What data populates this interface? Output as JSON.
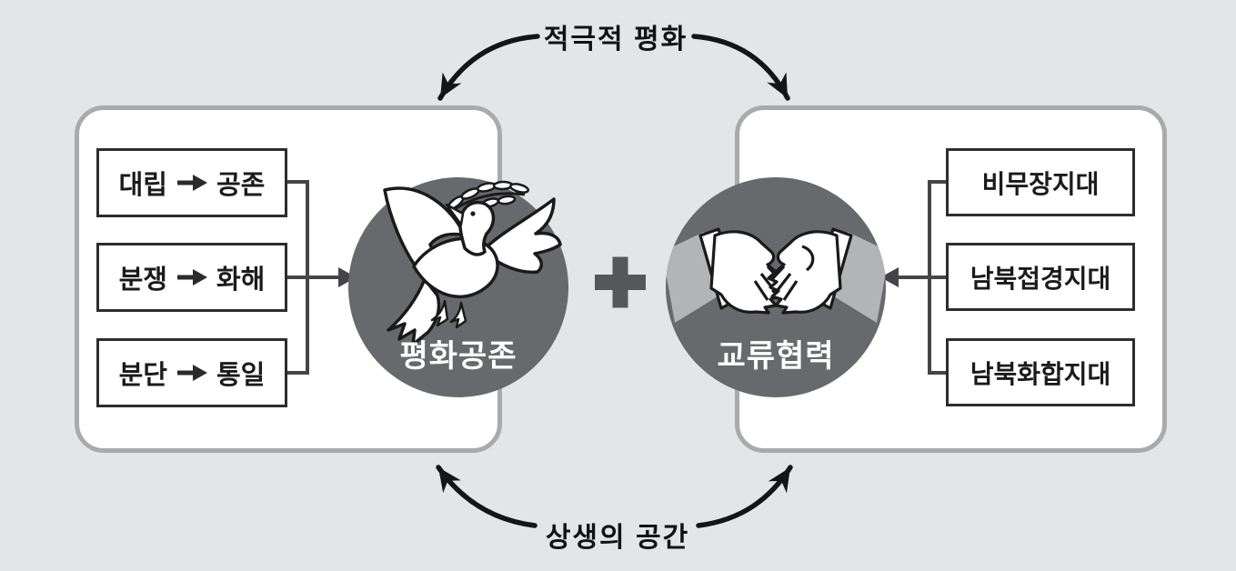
{
  "diagram": {
    "top_label": "적극적 평화",
    "bottom_label": "상생의 공간",
    "operator": "+",
    "left_panel": {
      "transitions": [
        {
          "from": "대립",
          "to": "공존"
        },
        {
          "from": "분쟁",
          "to": "화해"
        },
        {
          "from": "분단",
          "to": "통일"
        }
      ],
      "circle": {
        "label": "평화공존",
        "icon": "dove-olive-branch-icon"
      }
    },
    "right_panel": {
      "zones": [
        "비무장지대",
        "남북접경지대",
        "남북화합지대"
      ],
      "circle": {
        "label": "교류협력",
        "icon": "handshake-icon"
      }
    },
    "colors": {
      "background": "#e4e5e7",
      "panel_fill": "#ffffff",
      "panel_border": "#a8aaac",
      "circle_fill": "#67696c",
      "circle_text": "#ffffff",
      "box_border": "#2d2d2f",
      "text": "#1b1b1d",
      "connector": "#454547",
      "curved_arrow": "#151515",
      "plus": "#55575a",
      "sleeve": "#b2b4b6"
    }
  }
}
